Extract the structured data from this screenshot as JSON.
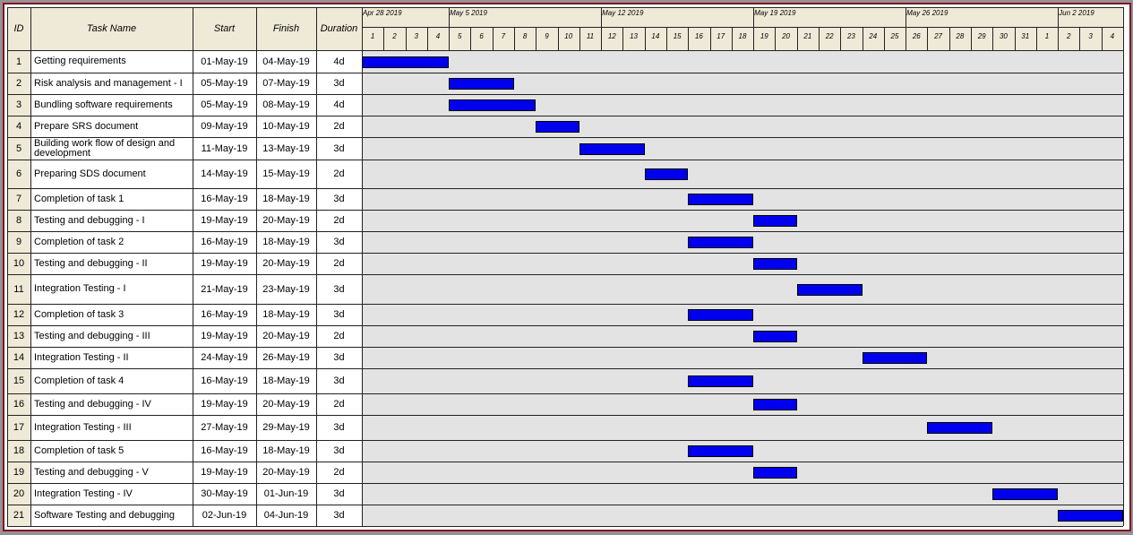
{
  "headers": {
    "id": "ID",
    "task": "Task Name",
    "start": "Start",
    "finish": "Finish",
    "duration": "Duration"
  },
  "week_labels": [
    "Apr 28 2019",
    "May 5 2019",
    "May 12 2019",
    "May 19 2019",
    "May 26 2019",
    "Jun 2 2019"
  ],
  "day_labels": [
    "1",
    "2",
    "3",
    "4",
    "5",
    "6",
    "7",
    "8",
    "9",
    "10",
    "11",
    "12",
    "13",
    "14",
    "15",
    "16",
    "17",
    "18",
    "19",
    "20",
    "21",
    "22",
    "23",
    "24",
    "25",
    "26",
    "27",
    "28",
    "29",
    "30",
    "31",
    "1",
    "2",
    "3",
    "4"
  ],
  "chart_data": {
    "type": "gantt",
    "timeline_start": "2019-05-01",
    "timeline_end": "2019-06-04",
    "bar_color": "#0000ee",
    "tasks": [
      {
        "id": "1",
        "name": "Getting requirements",
        "start": "01-May-19",
        "finish": "04-May-19",
        "duration": "4d"
      },
      {
        "id": "2",
        "name": "Risk analysis and management - I",
        "start": "05-May-19",
        "finish": "07-May-19",
        "duration": "3d"
      },
      {
        "id": "3",
        "name": "Bundling software requirements",
        "start": "05-May-19",
        "finish": "08-May-19",
        "duration": "4d"
      },
      {
        "id": "4",
        "name": "Prepare SRS document",
        "start": "09-May-19",
        "finish": "10-May-19",
        "duration": "2d"
      },
      {
        "id": "5",
        "name": "Building work flow of design and development",
        "start": "11-May-19",
        "finish": "13-May-19",
        "duration": "3d"
      },
      {
        "id": "6",
        "name": "Preparing SDS document",
        "start": "14-May-19",
        "finish": "15-May-19",
        "duration": "2d"
      },
      {
        "id": "7",
        "name": "Completion of task 1",
        "start": "16-May-19",
        "finish": "18-May-19",
        "duration": "3d"
      },
      {
        "id": "8",
        "name": "Testing and debugging - I",
        "start": "19-May-19",
        "finish": "20-May-19",
        "duration": "2d"
      },
      {
        "id": "9",
        "name": "Completion of task 2",
        "start": "16-May-19",
        "finish": "18-May-19",
        "duration": "3d"
      },
      {
        "id": "10",
        "name": "Testing and debugging - II",
        "start": "19-May-19",
        "finish": "20-May-19",
        "duration": "2d"
      },
      {
        "id": "11",
        "name": "Integration Testing - I",
        "start": "21-May-19",
        "finish": "23-May-19",
        "duration": "3d"
      },
      {
        "id": "12",
        "name": "Completion of task 3",
        "start": "16-May-19",
        "finish": "18-May-19",
        "duration": "3d"
      },
      {
        "id": "13",
        "name": "Testing and debugging - III",
        "start": "19-May-19",
        "finish": "20-May-19",
        "duration": "2d"
      },
      {
        "id": "14",
        "name": "Integration Testing - II",
        "start": "24-May-19",
        "finish": "26-May-19",
        "duration": "3d"
      },
      {
        "id": "15",
        "name": "Completion of task 4",
        "start": "16-May-19",
        "finish": "18-May-19",
        "duration": "3d"
      },
      {
        "id": "16",
        "name": "Testing and debugging - IV",
        "start": "19-May-19",
        "finish": "20-May-19",
        "duration": "2d"
      },
      {
        "id": "17",
        "name": "Integration Testing - III",
        "start": "27-May-19",
        "finish": "29-May-19",
        "duration": "3d"
      },
      {
        "id": "18",
        "name": "Completion of task 5",
        "start": "16-May-19",
        "finish": "18-May-19",
        "duration": "3d"
      },
      {
        "id": "19",
        "name": "Testing and debugging - V",
        "start": "19-May-19",
        "finish": "20-May-19",
        "duration": "2d"
      },
      {
        "id": "20",
        "name": "Integration Testing - IV",
        "start": "30-May-19",
        "finish": "01-Jun-19",
        "duration": "3d"
      },
      {
        "id": "21",
        "name": "Software Testing and debugging",
        "start": "02-Jun-19",
        "finish": "04-Jun-19",
        "duration": "3d"
      }
    ]
  }
}
